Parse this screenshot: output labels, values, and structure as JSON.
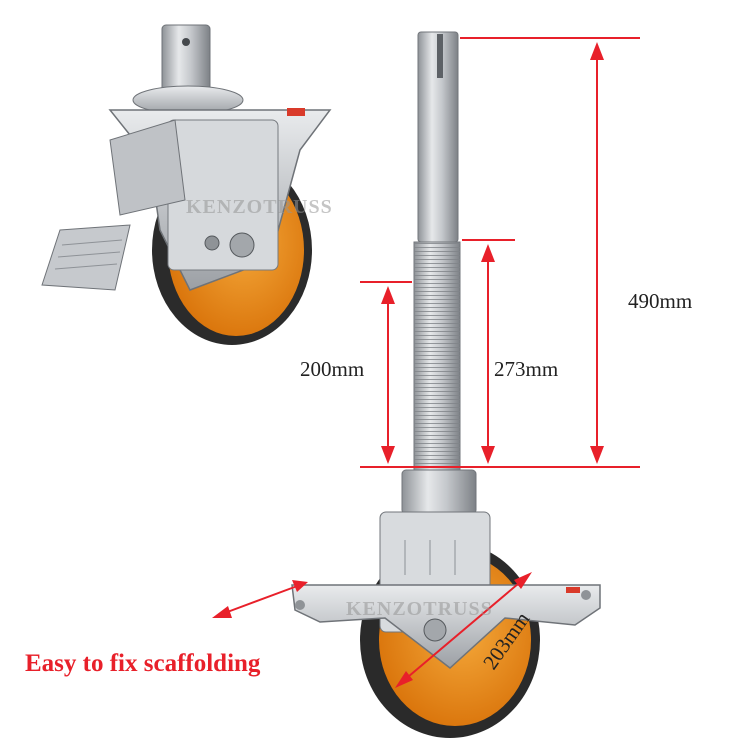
{
  "dimensions": {
    "total_height": "490mm",
    "thread_length": "273mm",
    "adjust_range": "200mm",
    "wheel_diameter": "203mm"
  },
  "caption": "Easy to fix scaffolding",
  "watermark": "KENZOTRUSS",
  "colors": {
    "dimension_line": "#e8202a",
    "caption": "#e8202a",
    "wheel_orange": "#e8870f",
    "steel": "#c9ccd0"
  }
}
